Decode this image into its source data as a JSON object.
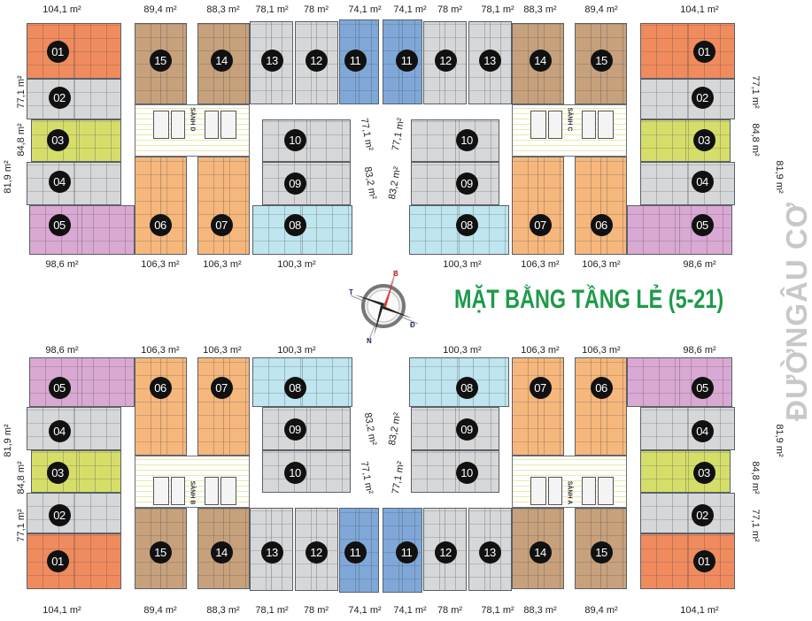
{
  "title": "MẶT BẰNG TẦNG LẺ (5-21)",
  "street": "ĐƯỜNGÂU CƠ",
  "area_unit": "m²",
  "compass": {
    "labels": {
      "north": "B",
      "south": "N",
      "east": "Đ",
      "west": "T"
    }
  },
  "colors": {
    "corner": "#f08b5e",
    "gray": "#d6d7d9",
    "yellow": "#d6de6a",
    "pink": "#d9a9d3",
    "brown": "#c7a17c",
    "peach": "#f6b77c",
    "blue": "#7fa8d9",
    "cyan": "#bfe5ee",
    "badge": "#111111",
    "title": "#1f9a4a",
    "street": "#c8c8c8"
  },
  "units": [
    {
      "label": "01",
      "color": "corner"
    },
    {
      "label": "02",
      "color": "gray"
    },
    {
      "label": "03",
      "color": "yellow"
    },
    {
      "label": "04",
      "color": "gray"
    },
    {
      "label": "05",
      "color": "pink"
    },
    {
      "label": "06",
      "color": "peach"
    },
    {
      "label": "07",
      "color": "peach"
    },
    {
      "label": "08",
      "color": "cyan"
    },
    {
      "label": "09",
      "color": "gray"
    },
    {
      "label": "10",
      "color": "gray"
    },
    {
      "label": "11",
      "color": "blue"
    },
    {
      "label": "12",
      "color": "gray"
    },
    {
      "label": "13",
      "color": "gray"
    },
    {
      "label": "14",
      "color": "brown"
    },
    {
      "label": "15",
      "color": "brown"
    }
  ],
  "lobbies": [
    "SẢNH D",
    "SẢNH C",
    "SẢNH B",
    "SẢNH A"
  ],
  "areas": {
    "outer_row": [
      "104,1 m²",
      "89,4 m²",
      "88,3 m²",
      "78,1 m²",
      "78 m²",
      "74,1 m²",
      "74,1 m²",
      "78 m²",
      "78,1 m²",
      "88,3 m²",
      "89,4 m²",
      "104,1 m²"
    ],
    "inner_row": [
      "98,6 m²",
      "106,3 m²",
      "106,3 m²",
      "100,3 m²",
      "100,3 m²",
      "106,3 m²",
      "106,3 m²",
      "98,6 m²"
    ],
    "side": [
      "77,1 m²",
      "84,8 m²",
      "81,9 m²"
    ],
    "center": [
      "77,1 m²",
      "83,2 m²"
    ]
  }
}
